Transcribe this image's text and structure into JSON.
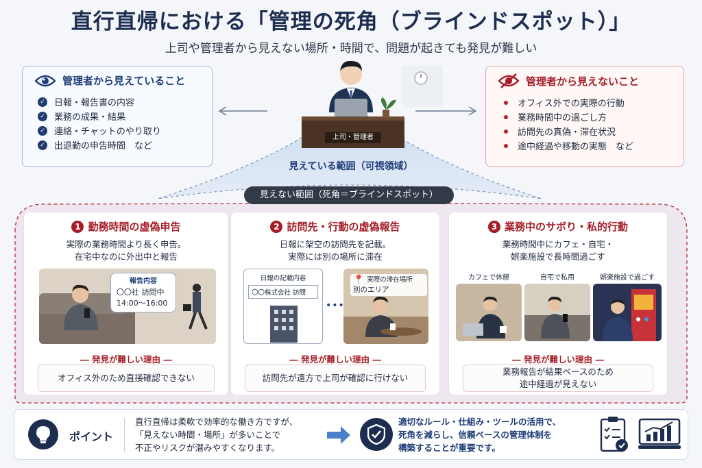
{
  "header": {
    "title": "直行直帰における「管理の死角（ブラインドスポット）」",
    "subtitle": "上司や管理者から見えない場所・時間で、問題が起きても発見が難しい"
  },
  "visible": {
    "title": "管理者から見えていること",
    "items": [
      "日報・報告書の内容",
      "業務の成果・結果",
      "連絡・チャットのやり取り",
      "出退勤の申告時間　など"
    ]
  },
  "invisible": {
    "title": "管理者から見えないこと",
    "items": [
      "オフィス外での実際の行動",
      "業務時間中の過ごし方",
      "訪問先の真偽・滞在状況",
      "途中経過や移動の実態　など"
    ]
  },
  "manager": {
    "desk_label": "上司・管理者",
    "visible_range": "見えている範囲（可視領域）"
  },
  "blind_label": "見えない範囲（死角＝ブラインドスポット）",
  "panels": [
    {
      "num": "1",
      "title": "勤務時間の虚偽申告",
      "desc": "実際の業務時間より長く申告。\n在宅中なのに外出中と報告",
      "bubble_title": "報告内容",
      "bubble_line1": "〇〇社 訪問中",
      "bubble_line2": "14:00〜16:00",
      "reason_label": "発見が難しい理由",
      "reason": "オフィス外のため直接確認できない"
    },
    {
      "num": "2",
      "title": "訪問先・行動の虚偽報告",
      "desc": "日報に架空の訪問先を記載。\n実際には別の場所に滞在",
      "report_title": "日報の記載内容",
      "report_line": "〇〇株式会社 訪問",
      "actual_title": "実際の滞在場所",
      "actual_place": "別のエリア",
      "reason_label": "発見が難しい理由",
      "reason": "訪問先が遠方で上司が確認に行けない"
    },
    {
      "num": "3",
      "title": "業務中のサボり・私的行動",
      "desc": "業務時間中にカフェ・自宅・\n娯楽施設で長時間過ごす",
      "scenes": [
        "カフェで休憩",
        "自宅で私用",
        "娯楽施設で過ごす"
      ],
      "reason_label": "発見が難しい理由",
      "reason": "業務報告が結果ベースのため\n途中経過が見えない"
    }
  ],
  "bottom": {
    "point_label": "ポイント",
    "point_text_1": "直行直帰は柔軟で効率的な働き方ですが、",
    "point_text_2": "「見えない時間・場所」が多いことで",
    "point_text_3": "不正やリスクが潜みやすくなります。",
    "solution_1": "適切なルール・仕組み・ツールの活用で、",
    "solution_2": "死角を減らし、信頼ベースの管理体制を",
    "solution_3": "構築することが重要です。"
  },
  "colors": {
    "navy": "#1d2d50",
    "red": "#a51d27",
    "blind_fill": "#efe8f0"
  }
}
